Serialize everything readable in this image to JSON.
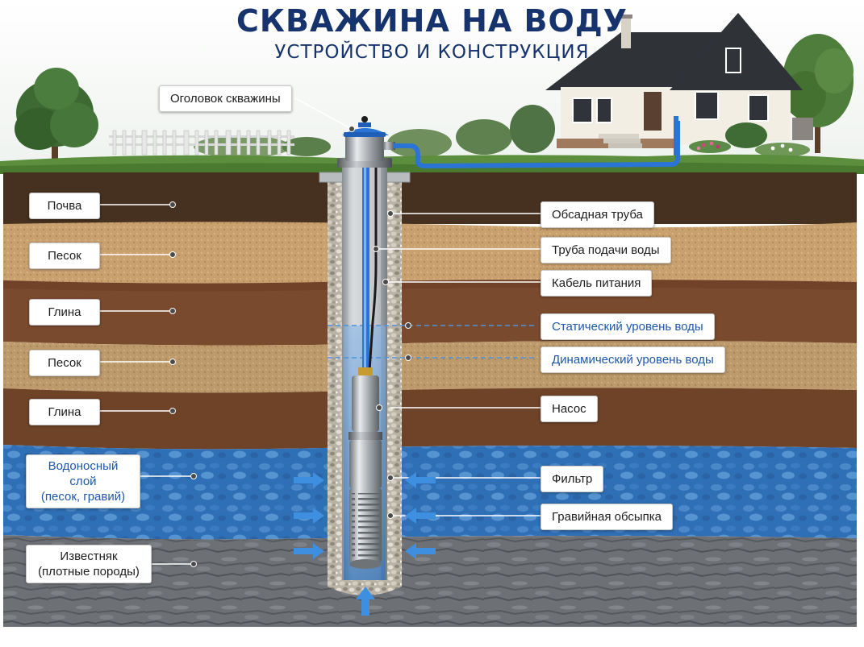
{
  "title": "СКВАЖИНА НА ВОДУ",
  "subtitle": "УСТРОЙСТВО И КОНСТРУКЦИЯ",
  "labels": {
    "wellhead": "Оголовок скважины",
    "soil": "Почва",
    "sand1": "Песок",
    "clay1": "Глина",
    "sand2": "Песок",
    "clay2": "Глина",
    "aquifer_line1": "Водоносный слой",
    "aquifer_line2": "(песок, гравий)",
    "limestone_line1": "Известняк",
    "limestone_line2": "(плотные породы)",
    "casing": "Обсадная труба",
    "supply_pipe": "Труба подачи воды",
    "power_cable": "Кабель питания",
    "static_level": "Статический уровень воды",
    "dynamic_level": "Динамический уровень воды",
    "pump": "Насос",
    "filter": "Фильтр",
    "gravel_pack": "Гравийная обсыпка"
  },
  "colors": {
    "title": "#16336e",
    "water_level_text": "#1f57a8",
    "pipe_blue": "#2a74d6",
    "soil": "#4a3322",
    "sand": "#c9a16f",
    "clay": "#7a4a2e",
    "aquifer": "#2f6fb5",
    "limestone": "#6f7378"
  },
  "icons": [
    "house-icon",
    "tree-icon",
    "fence-icon",
    "water-flow-arrow-icon"
  ]
}
